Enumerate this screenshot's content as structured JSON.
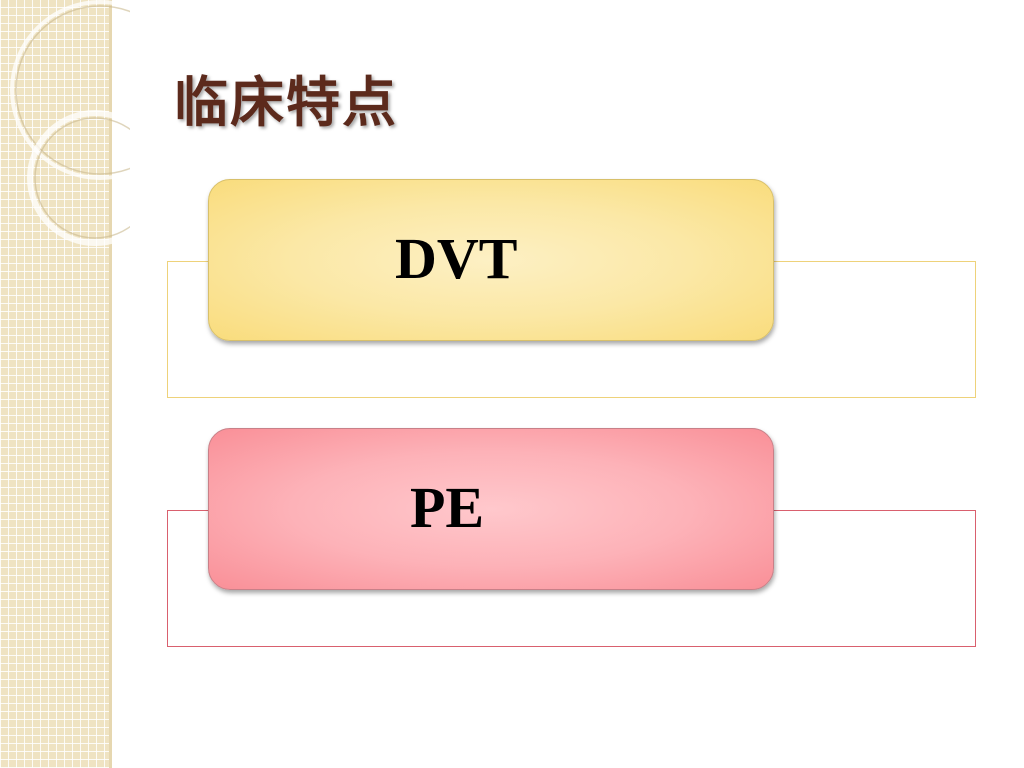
{
  "slide": {
    "title": "临床特点",
    "items": [
      {
        "label": "DVT"
      },
      {
        "label": "PE"
      }
    ]
  },
  "colors": {
    "title": "#5c2a1c",
    "dvt_fill": "#fbe8a6",
    "dvt_border": "#eed27a",
    "pe_fill": "#fdb2b8",
    "pe_border": "#d9606e",
    "side_strip": "#efe3c2"
  }
}
